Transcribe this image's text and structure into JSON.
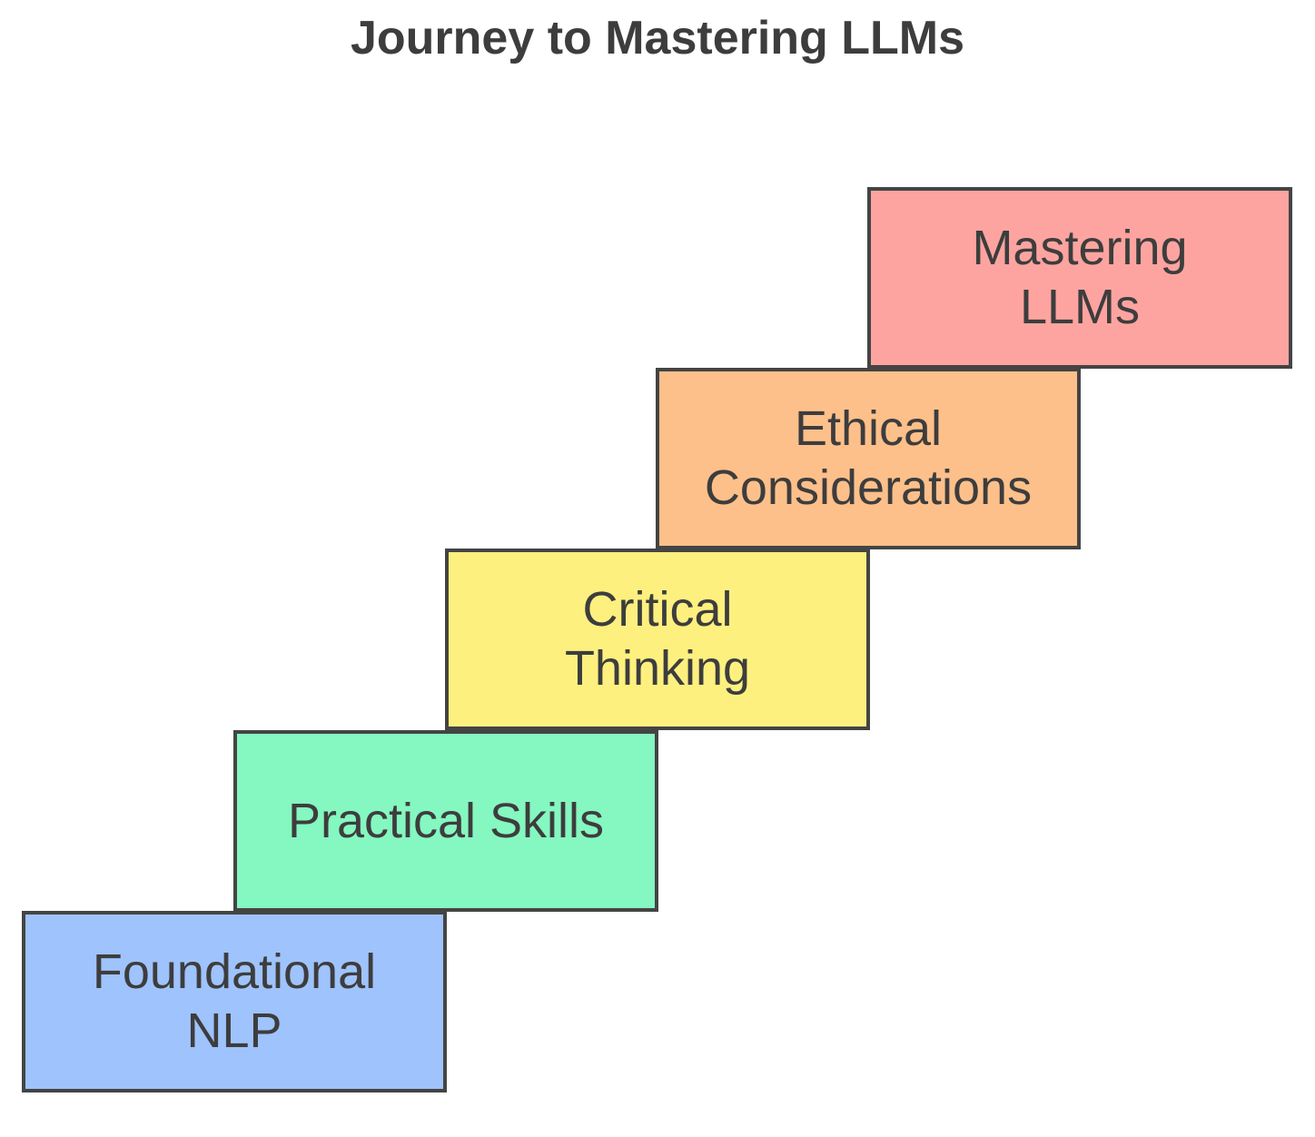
{
  "title": "Journey to Mastering LLMs",
  "steps": [
    {
      "label": "Foundational\nNLP",
      "color": "#9fc3fc"
    },
    {
      "label": "Practical Skills",
      "color": "#85f7c0"
    },
    {
      "label": "Critical\nThinking",
      "color": "#fef07f"
    },
    {
      "label": "Ethical\nConsiderations",
      "color": "#fec08a"
    },
    {
      "label": "Mastering\nLLMs",
      "color": "#fea4a0"
    }
  ],
  "colors": {
    "border": "#444444",
    "text": "#3d3d3d"
  }
}
